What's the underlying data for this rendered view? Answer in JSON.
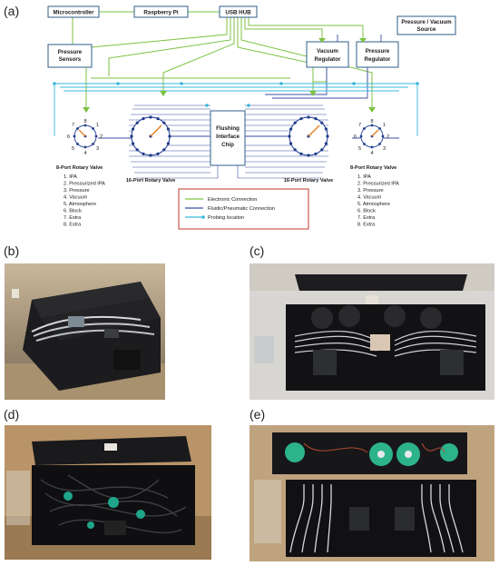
{
  "panels": {
    "a": "(a)",
    "b": "(b)",
    "c": "(c)",
    "d": "(d)",
    "e": "(e)"
  },
  "boxes": {
    "microcontroller": "Microcontroller",
    "raspberry_pi": "Raspberry Pi",
    "usb_hub": "USB HUB",
    "pressure_vacuum_source_l1": "Pressure / Vacuum",
    "pressure_vacuum_source_l2": "Source",
    "pressure_sensors_l1": "Pressure",
    "pressure_sensors_l2": "Sensors",
    "vacuum_regulator_l1": "Vacuum",
    "vacuum_regulator_l2": "Regulator",
    "pressure_regulator_l1": "Pressure",
    "pressure_regulator_l2": "Regulator",
    "chip_l1": "Flushing",
    "chip_l2": "Interface",
    "chip_l3": "Chip"
  },
  "valves": {
    "left16_label": "16-Port Rotary Valve",
    "right16_label": "16-Port Rotary Valve",
    "eight_port_ports": [
      "1",
      "2",
      "3",
      "4",
      "5",
      "6",
      "7",
      "8"
    ]
  },
  "port_lists": {
    "left_title": "8-Port Rotary Valve",
    "right_title": "8-Port Rotary Valve",
    "items": [
      "1.   IPA",
      "2.   Pressurized IPA",
      "3.   Pressure",
      "4.   Vacuum",
      "5.   Atmosphere",
      "6.   Block",
      "7.   Extra",
      "8.   Extra"
    ]
  },
  "legend": {
    "electronic": "Electronic Connection",
    "fluidic": "Fluidic/Pneumatic Connection",
    "probing": "Probing location"
  },
  "colors": {
    "electronic": "#7cc242",
    "fluidic": "#3b4fa0",
    "probing": "#37b7df",
    "box_border": "#2e5d8a",
    "legend_border": "#c0392b"
  }
}
